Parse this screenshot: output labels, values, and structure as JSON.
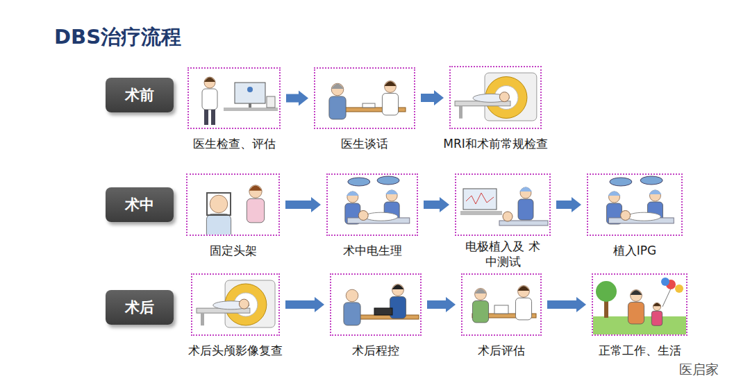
{
  "diagram": {
    "title": "DBS治疗流程",
    "nodes": [
      {
        "text": [
          "术前"
        ]
      },
      {
        "text": [
          "医生检查、评估"
        ]
      },
      {
        "text": [
          "医生谈话"
        ]
      },
      {
        "text": [
          "MRI和术前常规检查"
        ]
      },
      {
        "text": [
          "术中"
        ]
      },
      {
        "text": [
          "固定头架"
        ]
      },
      {
        "text": [
          "术中电生理"
        ]
      },
      {
        "text": [
          "电极植入及 术中测试"
        ]
      },
      {
        "text": [
          "植入IPG"
        ]
      },
      {
        "text": [
          "术后"
        ]
      },
      {
        "text": [
          "术后头颅影像复查"
        ]
      },
      {
        "text": [
          "术后程控"
        ]
      },
      {
        "text": [
          "术后评估"
        ]
      },
      {
        "text": [
          "正常工作、生活"
        ]
      }
    ],
    "edges": [
      {
        "from": 1,
        "to": 2,
        "arrow": "to"
      },
      {
        "from": 2,
        "to": 3,
        "arrow": "to"
      },
      {
        "from": 5,
        "to": 6,
        "arrow": "to"
      },
      {
        "from": 6,
        "to": 7,
        "arrow": "to"
      },
      {
        "from": 7,
        "to": 8,
        "arrow": "to"
      },
      {
        "from": 10,
        "to": 11,
        "arrow": "to"
      },
      {
        "from": 11,
        "to": 12,
        "arrow": "to"
      },
      {
        "from": 12,
        "to": 13,
        "arrow": "to"
      }
    ],
    "labels": [
      "医启家"
    ]
  }
}
